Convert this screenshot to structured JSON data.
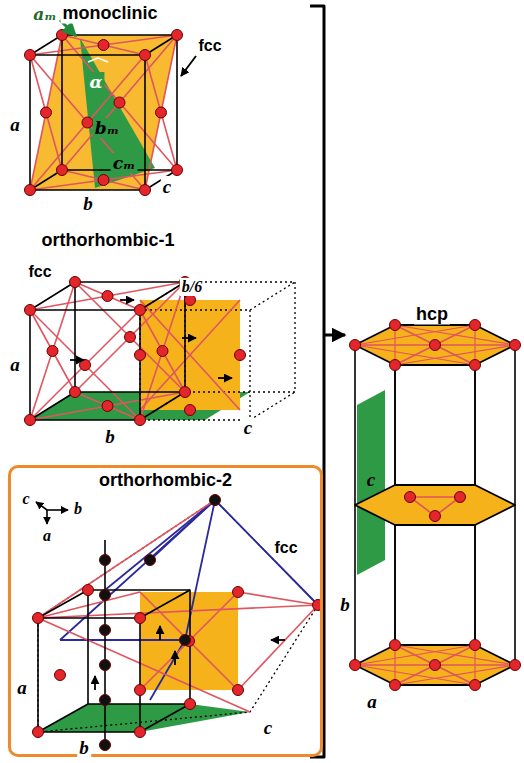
{
  "diagram": {
    "nodes": [
      {
        "text": [
          "orthorhombic-2"
        ]
      }
    ],
    "labels": [
      "monoclinic",
      "fcc",
      "aₘ",
      "α",
      "bₘ",
      "cₘ",
      "a",
      "b",
      "c",
      "orthorhombic-1",
      "fcc",
      "b/6",
      "a",
      "b",
      "c",
      "c",
      "b",
      "a",
      "fcc",
      "a",
      "b",
      "c",
      "hcp",
      "c",
      "b",
      "a"
    ]
  }
}
